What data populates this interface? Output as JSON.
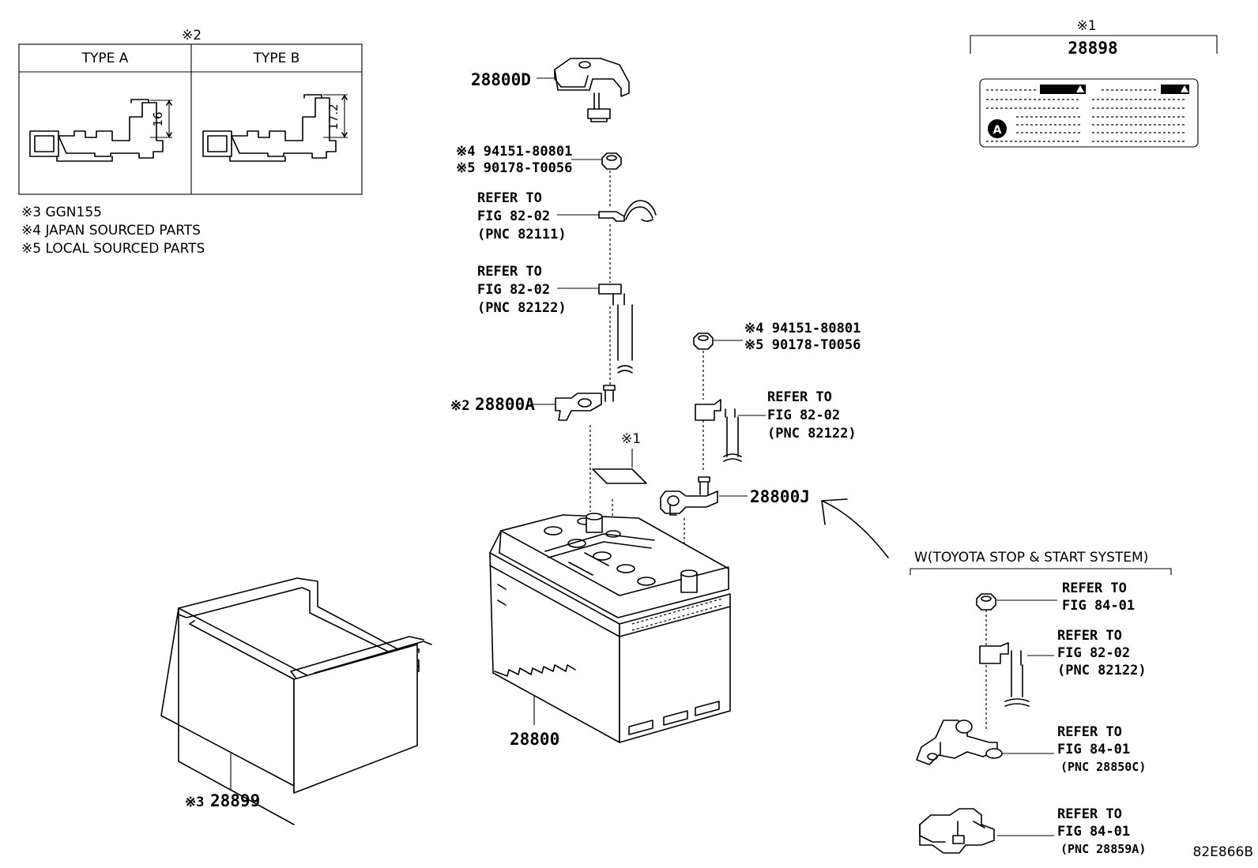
{
  "type_table": {
    "note_mark": "※2",
    "type_a": "TYPE A",
    "type_b": "TYPE B",
    "dim_a": "16",
    "dim_b": "17.2"
  },
  "notes": [
    "※3 GGN155",
    "※4 JAPAN SOURCED PARTS",
    "※5 LOCAL SOURCED PARTS"
  ],
  "label_box": {
    "note_mark": "※1",
    "part": "28898",
    "badge": "A"
  },
  "parts": {
    "cover": "28800D",
    "nut_top_1": "※4 94151-80801",
    "nut_top_2": "※5 90178-T0056",
    "ref_1": [
      "REFER TO",
      "FIG 82-02",
      "(PNC 82111)"
    ],
    "ref_2": [
      "REFER TO",
      "FIG 82-02",
      "(PNC 82122)"
    ],
    "terminal_pos_mark": "※2",
    "terminal_pos": "28800A",
    "label_mark": "※1",
    "nut_right_1": "※4 94151-80801",
    "nut_right_2": "※5 90178-T0056",
    "ref_3": [
      "REFER TO",
      "FIG 82-02",
      "(PNC 82122)"
    ],
    "terminal_neg": "28800J",
    "battery": "28800",
    "tray_mark": "※3",
    "tray": "28899"
  },
  "stop_start": {
    "title": "W(TOYOTA STOP & START SYSTEM)",
    "ref_a": [
      "REFER TO",
      "FIG 84-01"
    ],
    "ref_b": [
      "REFER TO",
      "FIG 82-02",
      "(PNC 82122)"
    ],
    "ref_c": [
      "REFER TO",
      "FIG 84-01",
      "(PNC 28850C)"
    ],
    "ref_d": [
      "REFER TO",
      "FIG 84-01",
      "(PNC 28859A)"
    ]
  },
  "figure_code": "82E866B"
}
